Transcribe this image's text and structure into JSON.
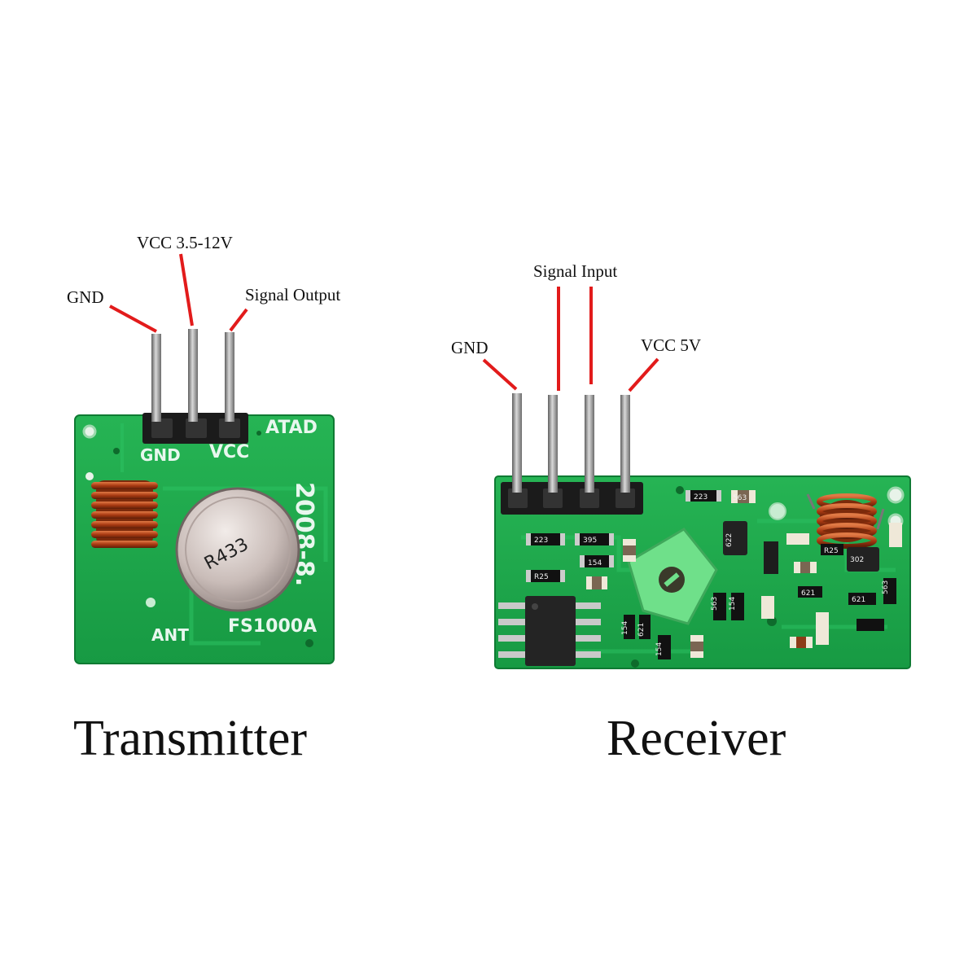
{
  "transmitter": {
    "title": "Transmitter",
    "pins": {
      "gnd": "GND",
      "vcc": "VCC 3.5-12V",
      "signal": "Signal Output"
    },
    "silkscreen": {
      "atad": "ATAD",
      "gnd": "GND",
      "vcc": "VCC",
      "date": "2008-8.",
      "model": "FS1000A",
      "ant": "ANT",
      "resonator": "R433"
    }
  },
  "receiver": {
    "title": "Receiver",
    "pins": {
      "gnd": "GND",
      "signal": "Signal Input",
      "vcc": "VCC 5V"
    },
    "chip_codes": [
      "223",
      "563",
      "223",
      "395",
      "154",
      "R25",
      "622",
      "R25",
      "302",
      "621",
      "563",
      "621",
      "563",
      "154",
      "154",
      "621",
      "154"
    ]
  },
  "colors": {
    "pcb": "#1fa64a",
    "pcb_dark": "#17903d",
    "coil": "#b5471d",
    "leader": "#e21b1b",
    "pin": "#8a8a8a"
  }
}
